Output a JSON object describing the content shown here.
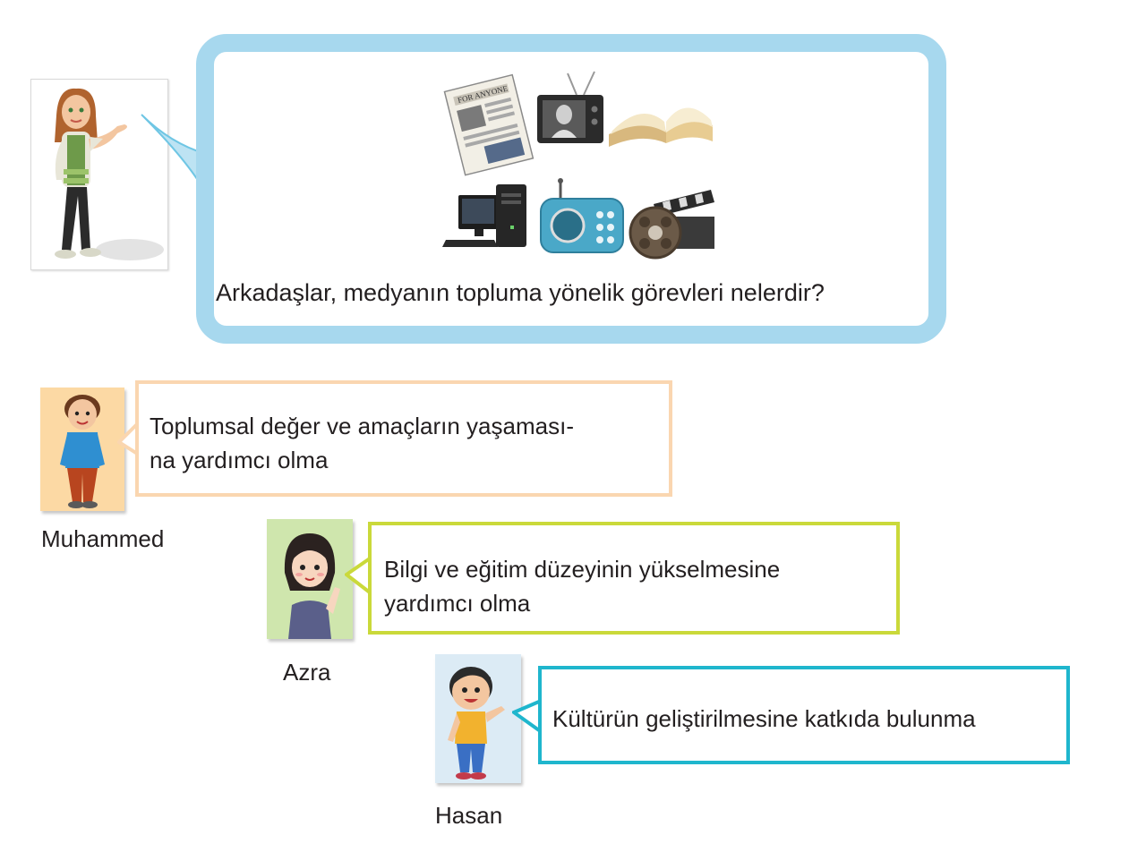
{
  "teacher": {
    "question": "Arkadaşlar, medyanın topluma yönelik görevleri nelerdir?",
    "media_icons": [
      "newspaper-icon",
      "television-icon",
      "book-icon",
      "computer-icon",
      "radio-icon",
      "film-reel-icon"
    ],
    "newspaper_headline": "FOR ANYONE"
  },
  "students": [
    {
      "name": "Muhammed",
      "answer_line1": "Toplumsal değer ve amaçların yaşaması-",
      "answer_line2": "na yardımcı olma",
      "accent": "#fad6b0"
    },
    {
      "name": "Azra",
      "answer_line1": "Bilgi ve eğitim düzeyinin yükselmesine",
      "answer_line2": "yardımcı olma",
      "accent": "#cad93a"
    },
    {
      "name": "Hasan",
      "answer_line1": "Kültürün geliştirilmesine katkıda bulunma",
      "accent": "#1fb6cd"
    }
  ],
  "colors": {
    "bubble_border": "#a7d8ee",
    "text": "#231f20"
  }
}
